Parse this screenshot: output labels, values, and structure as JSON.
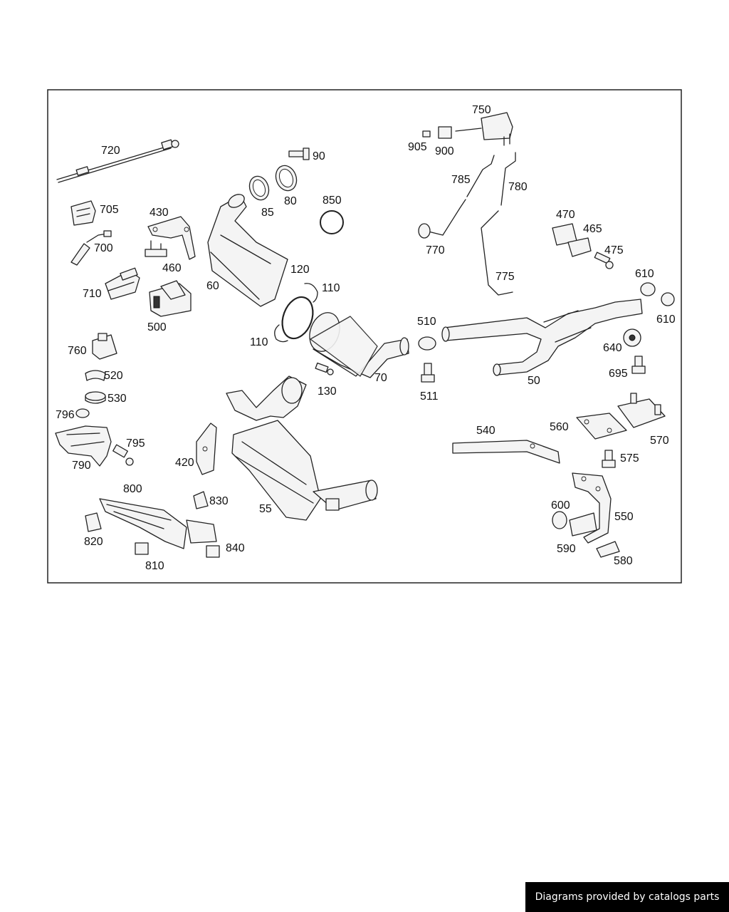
{
  "labels": {
    "p720": "720",
    "p705": "705",
    "p700": "700",
    "p430": "430",
    "p460": "460",
    "p710": "710",
    "p500": "500",
    "p60": "60",
    "p85": "85",
    "p80": "80",
    "p90": "90",
    "p850": "850",
    "p120": "120",
    "p110a": "110",
    "p110b": "110",
    "p130": "130",
    "p70": "70",
    "p750": "750",
    "p905": "905",
    "p900": "900",
    "p785": "785",
    "p780": "780",
    "p770": "770",
    "p775": "775",
    "p470": "470",
    "p465": "465",
    "p475": "475",
    "p610a": "610",
    "p610b": "610",
    "p510": "510",
    "p511": "511",
    "p640": "640",
    "p695": "695",
    "p50": "50",
    "p760": "760",
    "p520": "520",
    "p530": "530",
    "p796": "796",
    "p795": "795",
    "p790": "790",
    "p420": "420",
    "p55": "55",
    "p800": "800",
    "p830": "830",
    "p820": "820",
    "p810": "810",
    "p840": "840",
    "p540": "540",
    "p560": "560",
    "p570": "570",
    "p575": "575",
    "p600": "600",
    "p550": "550",
    "p590": "590",
    "p580": "580"
  },
  "footer": "Diagrams provided by catalogs parts"
}
